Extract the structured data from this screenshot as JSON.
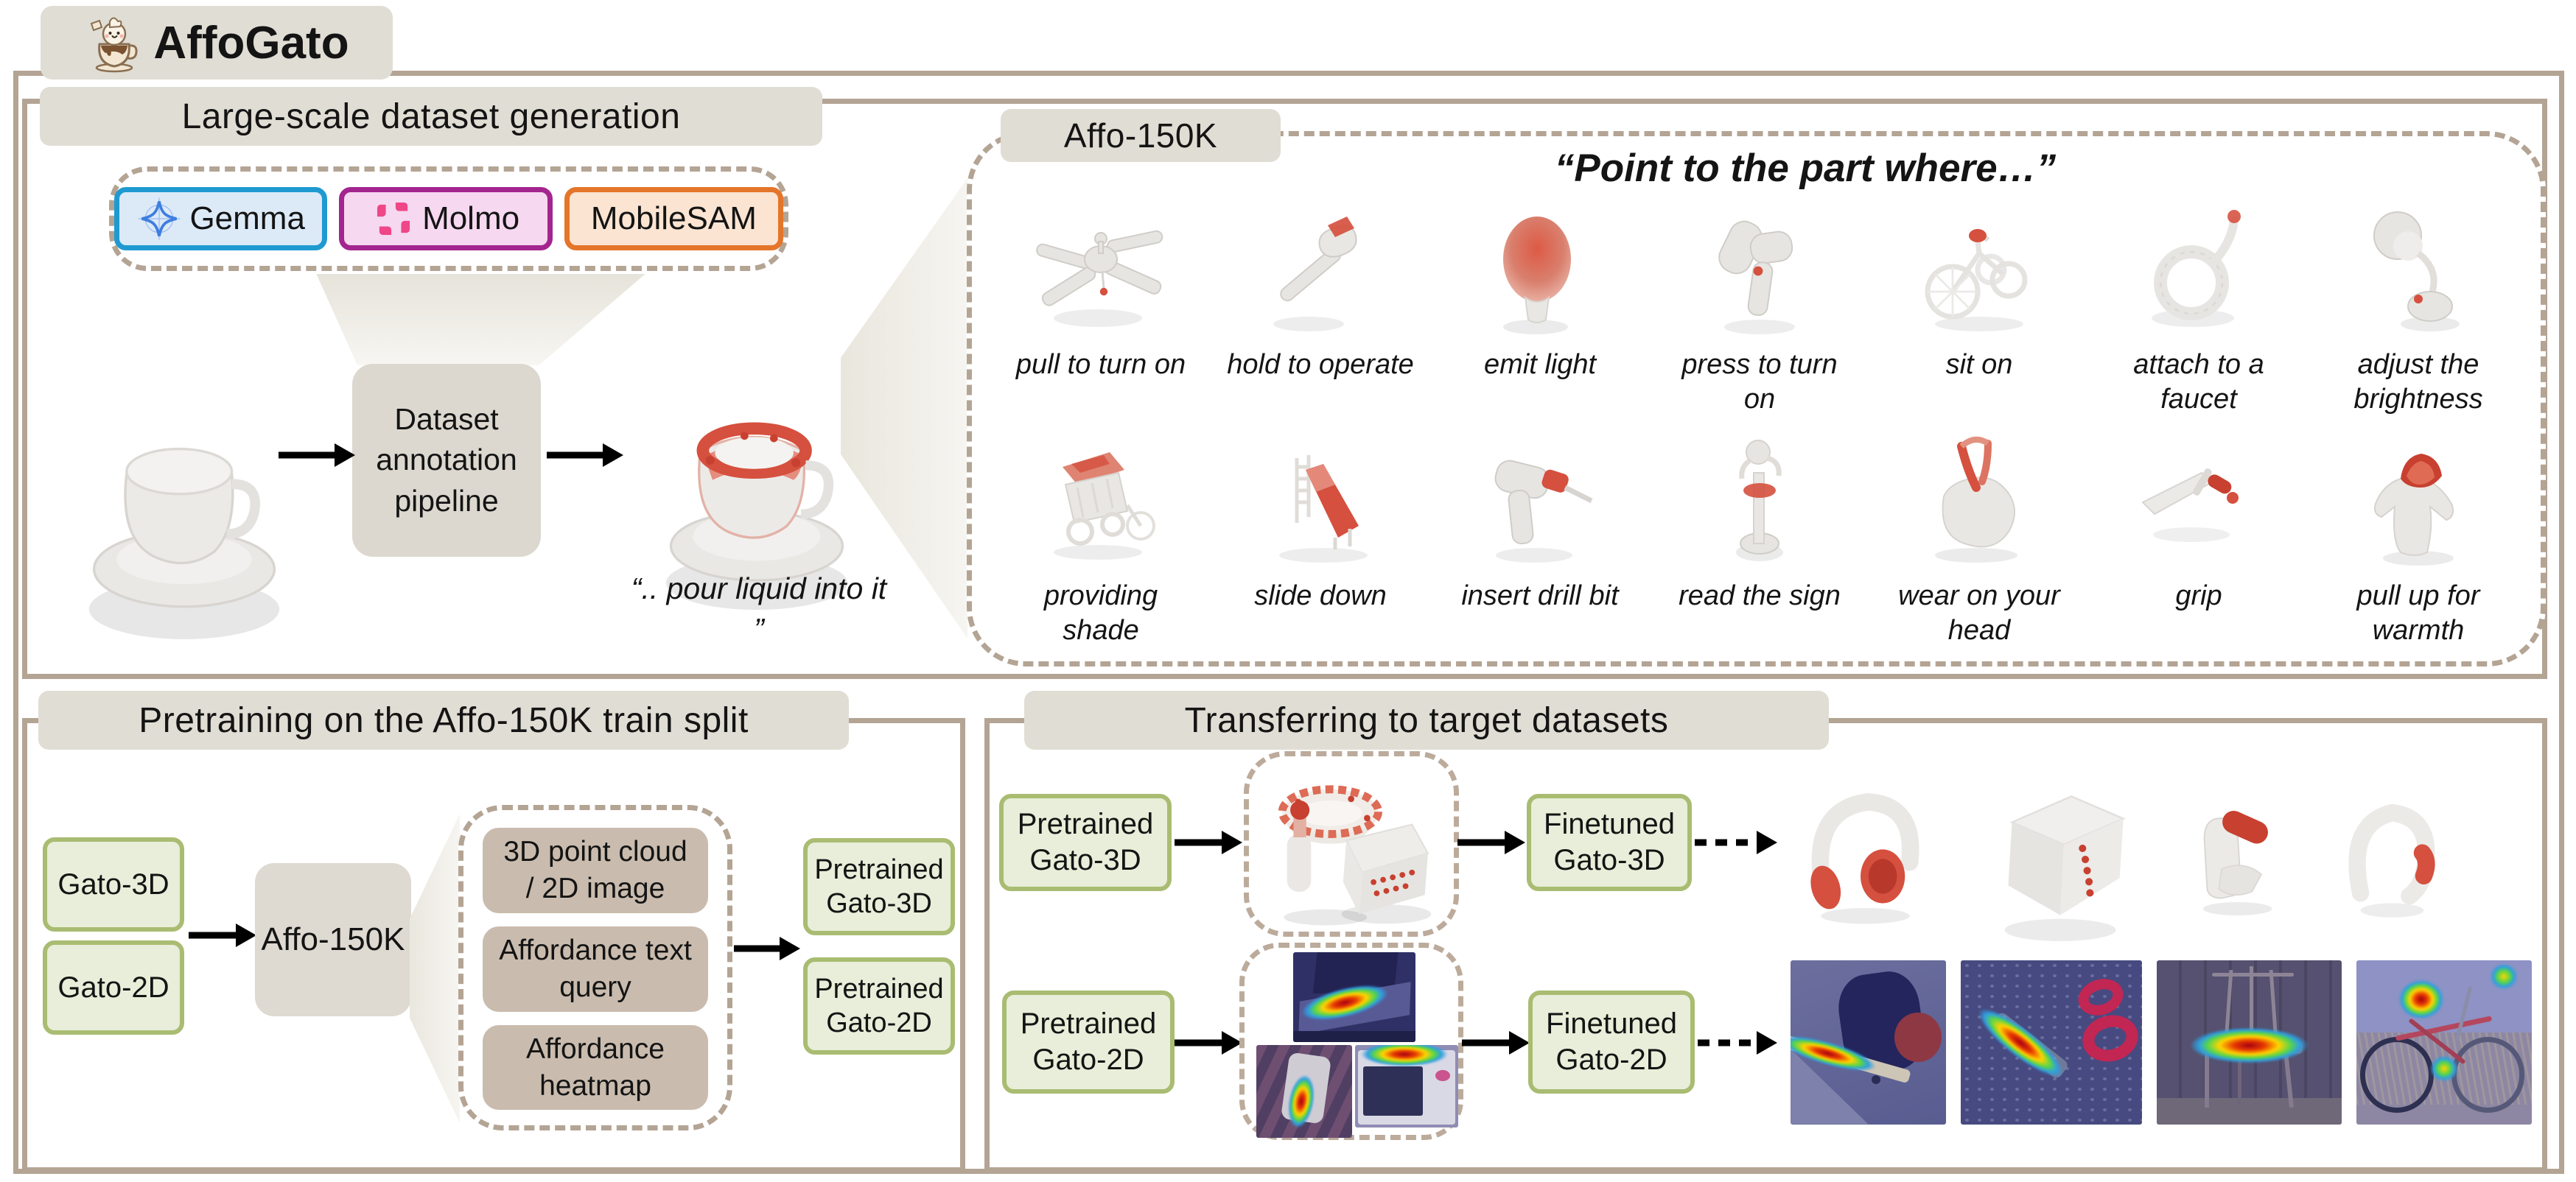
{
  "figure": {
    "title": "AffoGato"
  },
  "generation": {
    "header": "Large-scale dataset generation",
    "models": [
      {
        "name": "Gemma",
        "icon": "gemma-star-icon",
        "border": "#1f9ad1",
        "fill": "#dceaf8"
      },
      {
        "name": "Molmo",
        "icon": "molmo-pinwheel-icon",
        "border": "#a3258f",
        "fill": "#f6d8f0"
      },
      {
        "name": "MobileSAM",
        "icon": "none",
        "border": "#e4752a",
        "fill": "#fbe4d2"
      }
    ],
    "pipeline_label": "Dataset annotation pipeline",
    "annotated_caption": "“.. pour liquid into it ”"
  },
  "affo150k": {
    "header": "Affo-150K",
    "prompt": "“Point to the part where…”",
    "row1": [
      {
        "caption": "pull to turn on",
        "object": "ceiling-fan"
      },
      {
        "caption": "hold to operate",
        "object": "razor-tool"
      },
      {
        "caption": "emit light",
        "object": "light-bulb"
      },
      {
        "caption": "press to turn on",
        "object": "hair-dryer"
      },
      {
        "caption": "sit on",
        "object": "tricycle"
      },
      {
        "caption": "attach to a faucet",
        "object": "hose"
      },
      {
        "caption": "adjust the brightness",
        "object": "desk-lamp"
      }
    ],
    "row2": [
      {
        "caption": "providing shade",
        "object": "vendor-cart"
      },
      {
        "caption": "slide down",
        "object": "playground-slide"
      },
      {
        "caption": "insert drill bit",
        "object": "drill"
      },
      {
        "caption": "read the sign",
        "object": "sign-figure"
      },
      {
        "caption": "wear on your head",
        "object": "strap-bag"
      },
      {
        "caption": "grip",
        "object": "sword"
      },
      {
        "caption": "pull up for warmth",
        "object": "hoodie"
      }
    ]
  },
  "pretraining": {
    "header": "Pretraining on the Affo-150K train split",
    "input_models": [
      {
        "label": "Gato-3D"
      },
      {
        "label": "Gato-2D"
      }
    ],
    "dataset_label": "Affo-150K",
    "sample_fields": [
      {
        "label": "3D point cloud / 2D image"
      },
      {
        "label": "Affordance text query"
      },
      {
        "label": "Affordance heatmap"
      }
    ],
    "output_models": [
      {
        "label": "Pretrained Gato-3D"
      },
      {
        "label": "Pretrained Gato-2D"
      }
    ]
  },
  "transfer": {
    "header": "Transferring to target datasets",
    "rows": [
      {
        "input": "Pretrained Gato-3D",
        "output": "Finetuned Gato-3D"
      },
      {
        "input": "Pretrained Gato-2D",
        "output": "Finetuned Gato-2D"
      }
    ]
  },
  "colors": {
    "frame": "#b4a494",
    "header_bg": "#e0ddd4",
    "green_fill": "#e8eed9",
    "green_border": "#a9bc72",
    "brown_fill": "#c9bcae",
    "beige_fill": "#dedad1",
    "affordance_red": "#d5503e"
  }
}
